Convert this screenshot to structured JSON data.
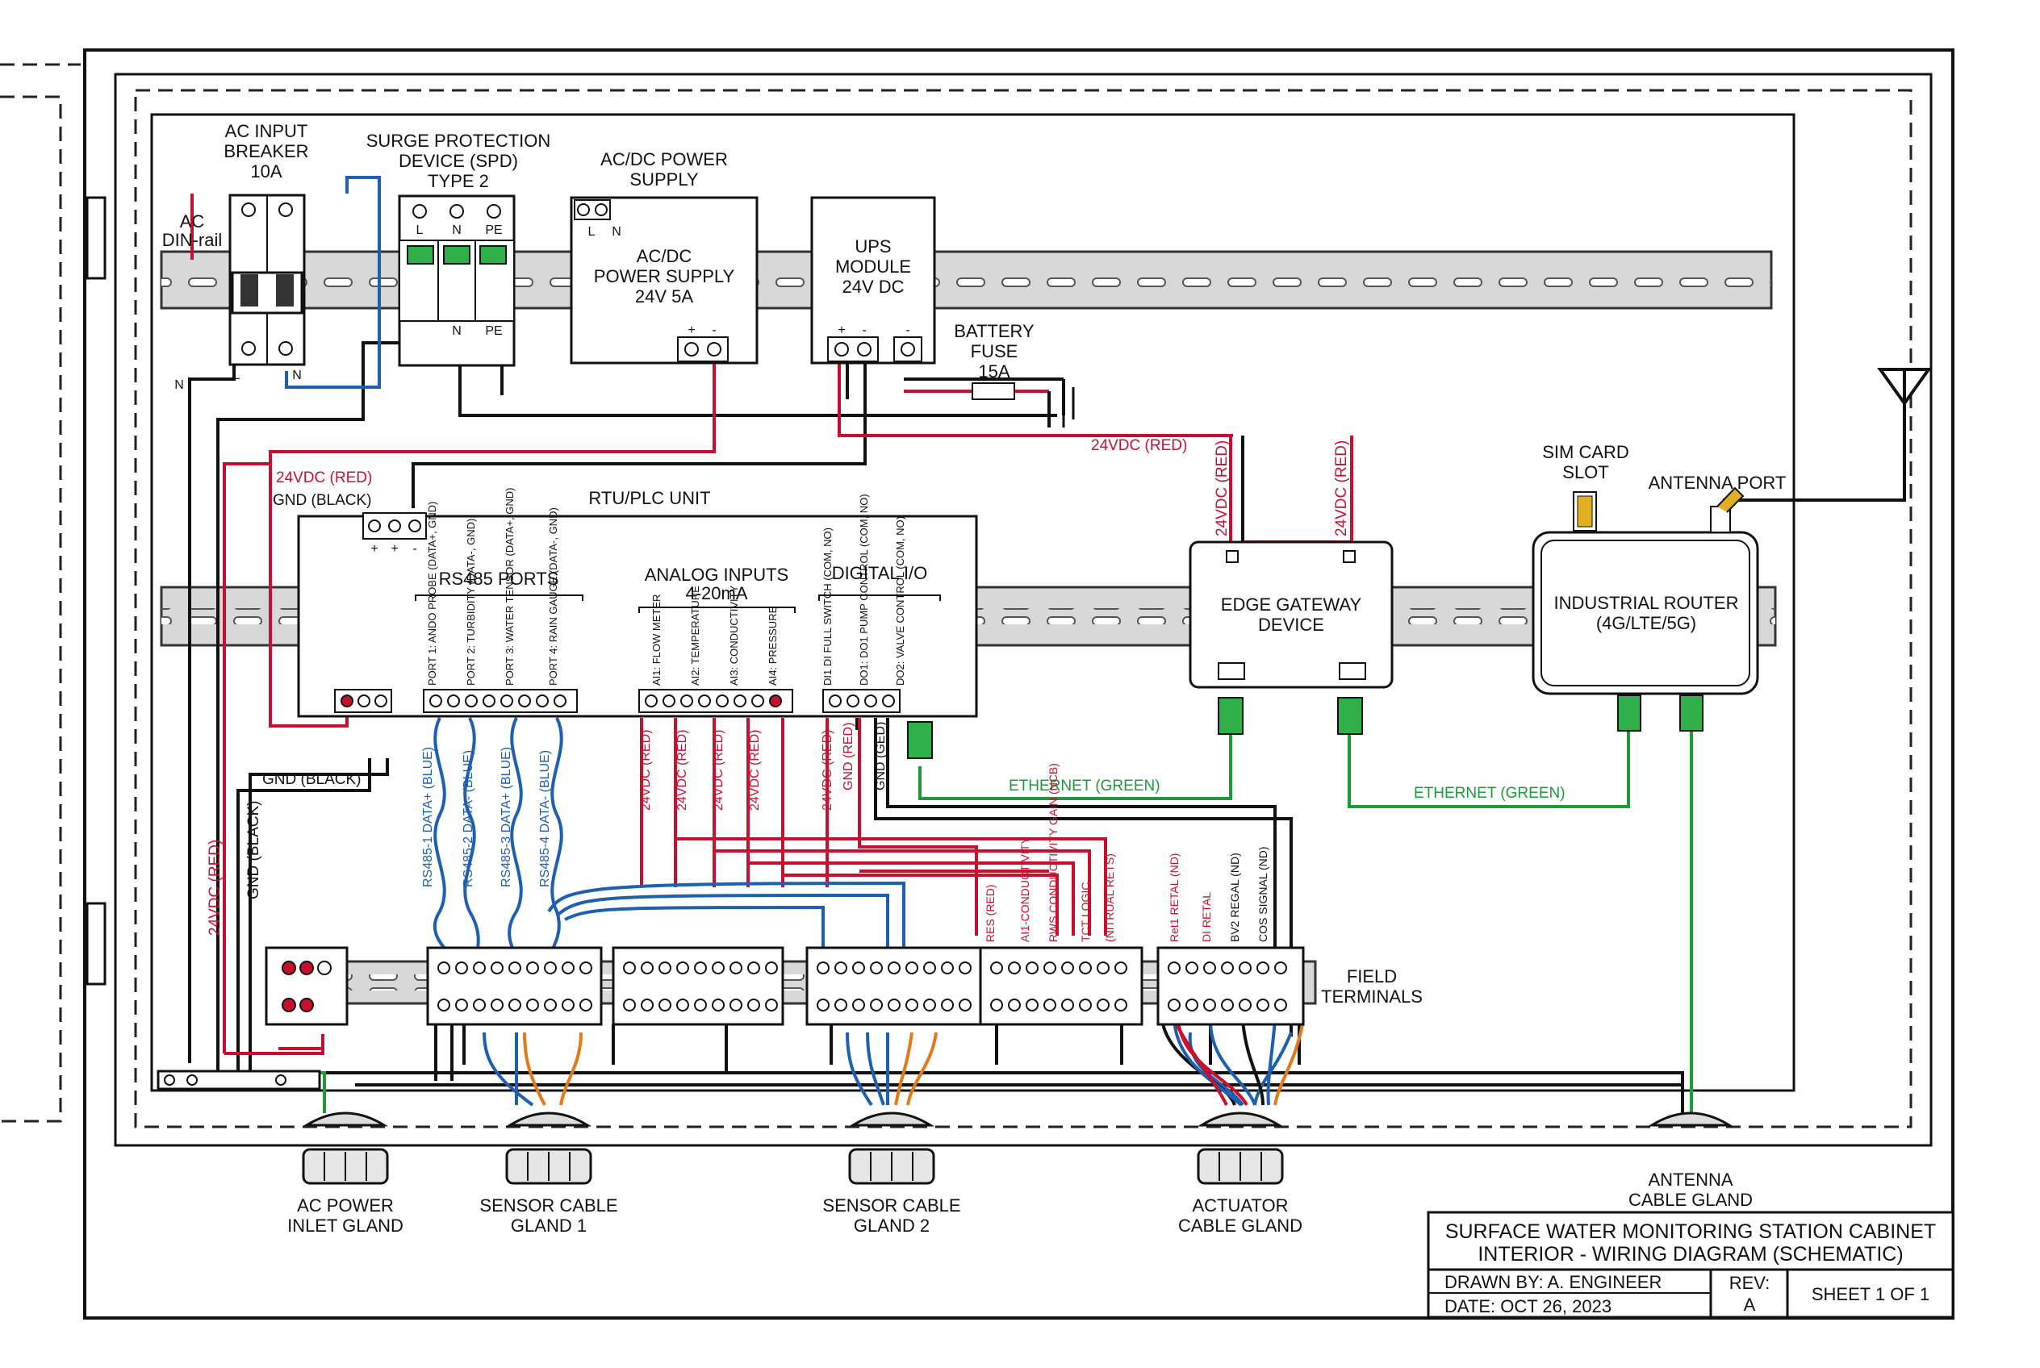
{
  "labels": {
    "breaker": [
      "AC INPUT",
      "BREAKER",
      "10A"
    ],
    "ac_dinrail": [
      "AC",
      "DIN-rail"
    ],
    "spd": [
      "SURGE PROTECTION",
      "DEVICE (SPD)",
      "TYPE 2"
    ],
    "psu_title": [
      "AC/DC POWER",
      "SUPPLY"
    ],
    "psu_body": [
      "AC/DC",
      "POWER SUPPLY",
      "24V 5A"
    ],
    "ups": [
      "UPS",
      "MODULE",
      "24V DC"
    ],
    "battery_fuse": [
      "BATTERY",
      "FUSE",
      "15A"
    ],
    "sim_card": [
      "SIM CARD",
      "SLOT"
    ],
    "antenna_port": "ANTENNA PORT",
    "rtu_title": "RTU/PLC UNIT",
    "rs485_ports": "RS485 PORTS",
    "analog_inputs": [
      "ANALOG INPUTS",
      "4-20mA"
    ],
    "digital_io": "DIGITAL I/O",
    "edge_gateway": [
      "EDGE GATEWAY",
      "DEVICE"
    ],
    "router": [
      "INDUSTRIAL ROUTER",
      "(4G/LTE/5G)"
    ],
    "field_terminals": [
      "FIELD",
      "TERMINALS"
    ],
    "wire_24vdc_red": "24VDC (RED)",
    "wire_gnd_black": "GND (BLACK)",
    "wire_24dc_red": "24VDC (RED)",
    "ethernet": "ETHERNET (GREEN)",
    "neutral": "N",
    "live": "L",
    "pe": "PE",
    "plus": "+",
    "minus": "-",
    "gateway_riser_label": "24VDC (RED)",
    "rs485_port_labels": [
      "PORT 1: ANDO PROBE (DATA+, GND)",
      "PORT 2: TURBIDITY (DATA-, GND)",
      "PORT 3: WATER TENSOR (DATA+, GND)",
      "PORT 4: RAIN GAUGE (DATA-, GND)"
    ],
    "analog_labels": [
      "AI1: FLOW METER",
      "AI2: TEMPERATURE",
      "AI3: CONDUCTIVITY",
      "AI4: PRESSURE"
    ],
    "digital_labels": [
      "DI1 DI FULL SWITCH (COM, NO)",
      "DO1: DO1 PUMP CONTROL (COM, NO)",
      "DO2: VALVE CONTROL (COM, NO)"
    ],
    "rs485_wire_labels": [
      "RS485-1 DATA+ (BLUE)",
      "RS485-2 DATA- (BLUE)",
      "RS485-3 DATA+ (BLUE)",
      "RS485-4 DATA- (BLUE)"
    ],
    "analog_wire_label": "24VDC (RED)",
    "digital_wire_labels": [
      "24VDC (RED)",
      "GND (RED)",
      "GND (GED)"
    ],
    "field_small_labels": [
      "RES (RED)",
      "AI1-CONDUCTIVITY",
      "RWS CONDUCTIVITY GAIN (NCB)",
      "TCT LOGIC",
      "(NITRUAL RETS)",
      "Ret1 RETAL (ND)",
      "DI RETAL",
      "BV2 REGAL (ND)",
      "COS SIGNAL (ND)"
    ]
  },
  "glands": [
    [
      "AC POWER",
      "INLET GLAND"
    ],
    [
      "SENSOR CABLE",
      "GLAND 1"
    ],
    [
      "SENSOR CABLE",
      "GLAND 2"
    ],
    [
      "ACTUATOR",
      "CABLE GLAND"
    ],
    [
      "ANTENNA",
      "CABLE GLAND"
    ]
  ],
  "title_block": {
    "title_line1": "SURFACE WATER MONITORING STATION CABINET",
    "title_line2": "INTERIOR - WIRING DIAGRAM (SCHEMATIC)",
    "drawn_by": "DRAWN BY: A. ENGINEER",
    "date": "DATE: OCT 26, 2023",
    "rev_label": "REV:",
    "rev_value": "A",
    "sheet": "SHEET 1 OF 1"
  },
  "colors": {
    "red_wire": "#c8102e",
    "black_wire": "#111111",
    "blue_wire": "#1f5fb0",
    "green_wire": "#1e9a3a",
    "orange_wire": "#e07a1a",
    "rail": "#d8d8d8",
    "spd_green": "#2fb04a"
  }
}
